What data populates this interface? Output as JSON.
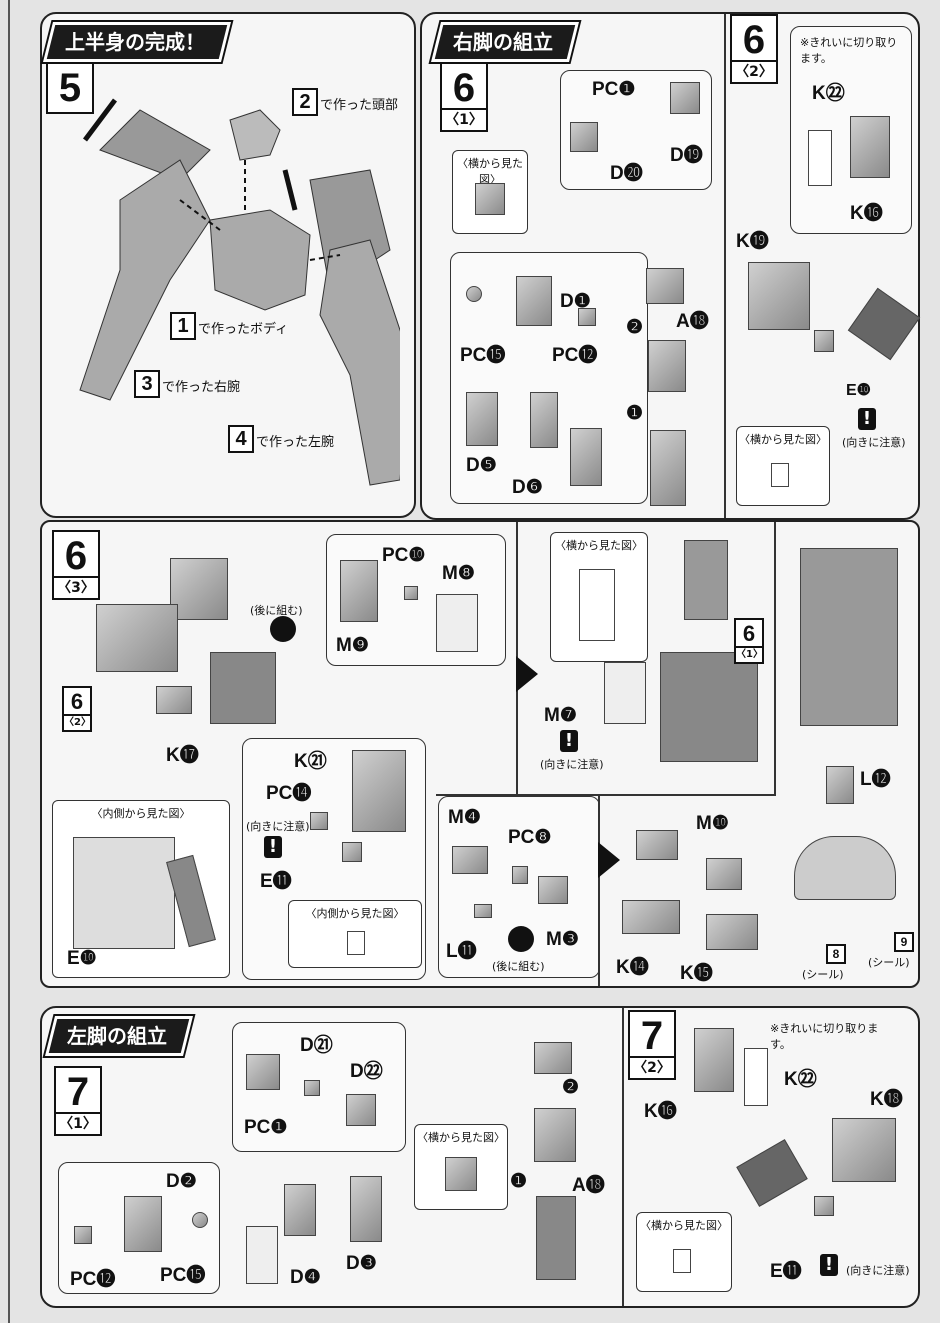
{
  "sections": {
    "upper": {
      "title": "上半身の完成！"
    },
    "right_leg": {
      "title": "右脚の組立"
    },
    "left_leg": {
      "title": "左脚の組立"
    }
  },
  "step5": {
    "num": "5",
    "refs": [
      {
        "num": "2",
        "text": "で作った頭部"
      },
      {
        "num": "1",
        "text": "で作ったボディ"
      },
      {
        "num": "3",
        "text": "で作った右腕"
      },
      {
        "num": "4",
        "text": "で作った左腕"
      }
    ]
  },
  "step6_1": {
    "num": "6",
    "sub": "〈1〉",
    "side_view": "〈横から見た図〉",
    "labels": {
      "pc1": "PC❶",
      "d19": "D⓳",
      "d20": "D⓴",
      "d1": "D❶",
      "pc15": "PC⓯",
      "pc12": "PC⓬",
      "d5": "D❺",
      "d6": "D❻",
      "a18": "A⓲"
    },
    "order": [
      "❷",
      "❶"
    ]
  },
  "step6_2": {
    "num": "6",
    "sub": "〈2〉",
    "note": "※きれいに切り取ります。",
    "labels": {
      "k22": "K㉒",
      "k16": "K⓰",
      "k19": "K⓳",
      "e10": "E❿"
    },
    "caution": "(向きに注意)",
    "side_view": "〈横から見た図〉"
  },
  "step6_3": {
    "num": "6",
    "sub": "〈3〉",
    "ref62": "6",
    "ref62_sub": "〈2〉",
    "ref61": "6",
    "ref61_sub": "〈1〉",
    "later": "(後に組む)",
    "inner_view": "〈内側から見た図〉",
    "side_view": "〈横から見た図〉",
    "caution": "(向きに注意)",
    "labels": {
      "pc10": "PC❿",
      "m8": "M❽",
      "m9": "M❾",
      "k17": "K⓱",
      "k21": "K㉑",
      "pc14": "PC⓮",
      "e11": "E⓫",
      "e10": "E❿",
      "m7": "M❼",
      "l12": "L⓬",
      "m4": "M❹",
      "pc8": "PC❽",
      "m3": "M❸",
      "l11": "L⓫",
      "m10": "M❿",
      "k14": "K⓮",
      "k15": "K⓯"
    },
    "seals": [
      {
        "num": "8",
        "text": "(シール)"
      },
      {
        "num": "9",
        "text": "(シール)"
      }
    ]
  },
  "step7_1": {
    "num": "7",
    "sub": "〈1〉",
    "side_view": "〈横から見た図〉",
    "labels": {
      "d21": "D㉑",
      "d22": "D㉒",
      "pc1": "PC❶",
      "d2": "D❷",
      "pc12": "PC⓬",
      "pc15": "PC⓯",
      "d4": "D❹",
      "d3": "D❸",
      "a18": "A⓲"
    },
    "order": [
      "❷",
      "❶"
    ]
  },
  "step7_2": {
    "num": "7",
    "sub": "〈2〉",
    "note": "※きれいに切り取ります。",
    "labels": {
      "k22": "K㉒",
      "k16": "K⓰",
      "k18": "K⓲",
      "e11": "E⓫"
    },
    "caution": "(向きに注意)",
    "side_view": "〈横から見た図〉"
  },
  "warn_symbol": "!"
}
